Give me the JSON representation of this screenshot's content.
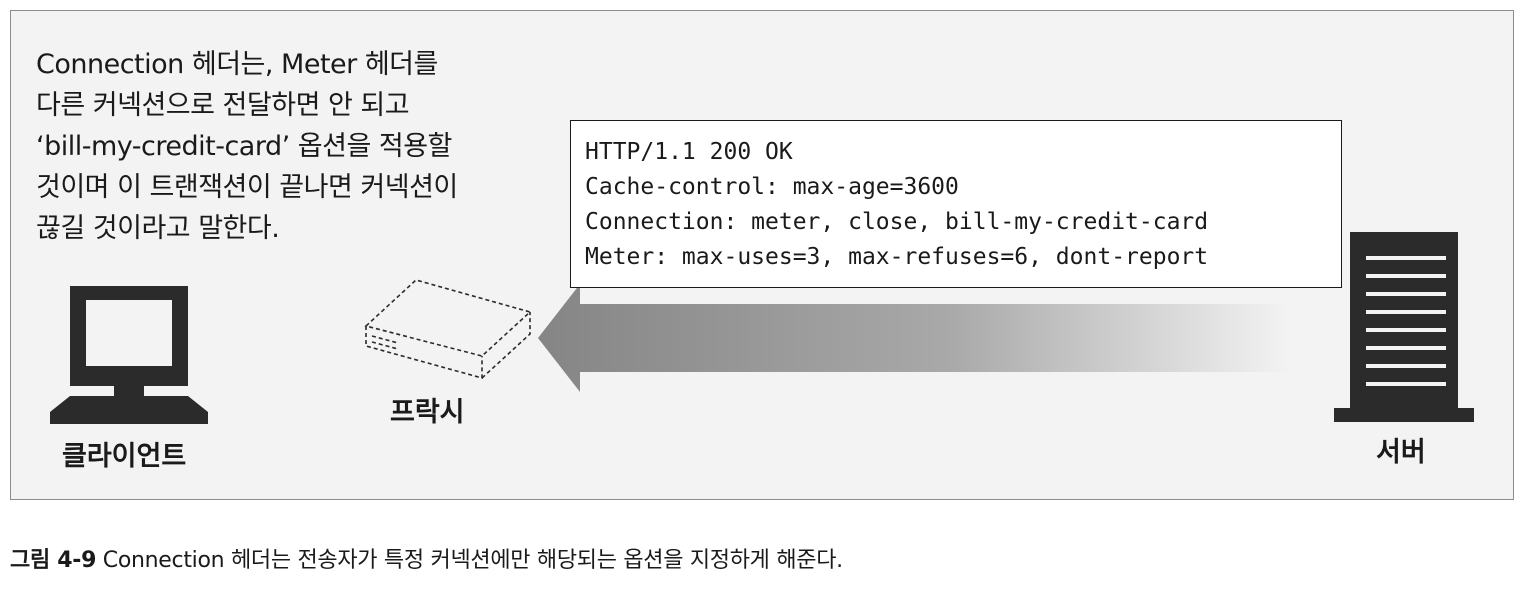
{
  "note": {
    "lines": [
      "Connection 헤더는, Meter 헤더를",
      "다른 커넥션으로 전달하면 안 되고",
      "‘bill-my-credit-card’ 옵션을 적용할",
      "것이며 이 트랜잭션이 끝나면 커넥션이",
      "끊길 것이라고 말한다."
    ]
  },
  "message": {
    "lines": [
      "HTTP/1.1 200 OK",
      "Cache-control: max-age=3600",
      "Connection: meter, close, bill-my-credit-card",
      "Meter: max-uses=3, max-refuses=6, dont-report"
    ]
  },
  "labels": {
    "client": "클라이언트",
    "proxy": "프락시",
    "server": "서버"
  },
  "caption": {
    "label": "그림 4-9",
    "text": " Connection 헤더는 전송자가 특정 커넥션에만 해당되는 옵션을 지정하게 해준다."
  },
  "icons": {
    "client": "desktop-computer-icon",
    "proxy": "proxy-box-icon",
    "server": "server-tower-icon",
    "arrow": "left-arrow-icon"
  },
  "colors": {
    "frame_background": "#f3f3f3",
    "arrow_dark": "#8a8a8a",
    "arrow_light": "#f3f3f3",
    "icon_dark": "#2b2b2b"
  }
}
